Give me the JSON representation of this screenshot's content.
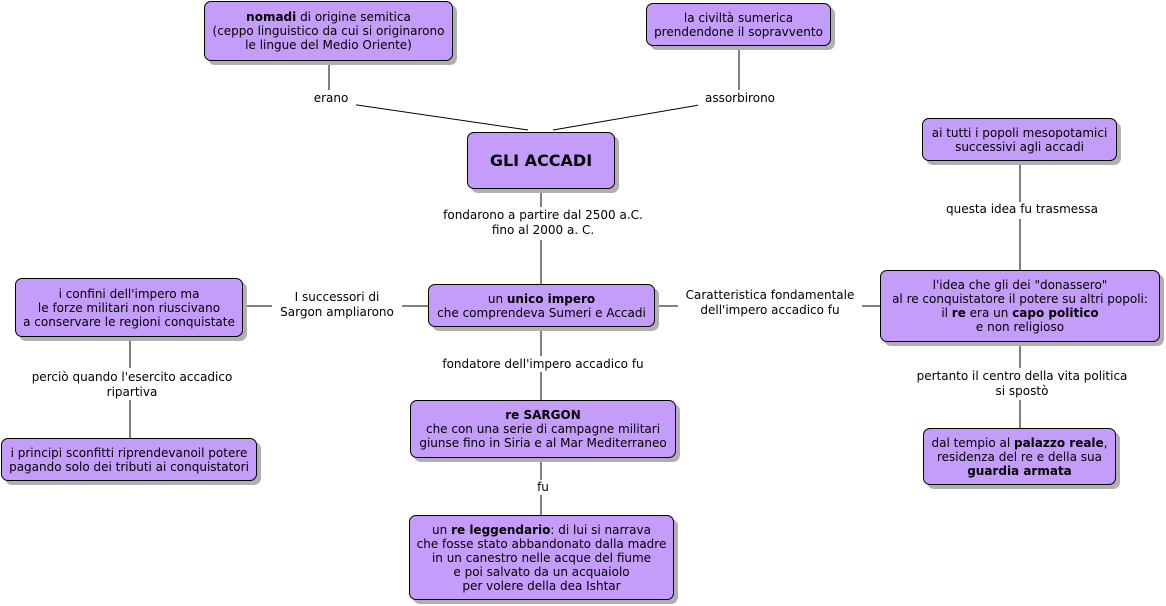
{
  "colors": {
    "node_fill": "#c49cf9",
    "node_border": "#000000",
    "shadow": "#b0b0b0",
    "connector": "#000000"
  },
  "nodes": {
    "nomadi": {
      "l1b": "nomadi",
      "l1": " di origine semitica",
      "l2": "(ceppo linguistico da cui si originarono",
      "l3": "le lingue del Medio Oriente)"
    },
    "sumerica": {
      "l1": "la civiltà sumerica",
      "l2": "prendendone il sopravvento"
    },
    "accadi": {
      "title": "GLI ACCADI"
    },
    "popoli": {
      "l1": "ai tutti i popoli mesopotamici",
      "l2": "successivi agli accadi"
    },
    "confini": {
      "l1": "i confini dell'impero ma",
      "l2": "le forze militari non riuscivano",
      "l3": "a conservare le regioni conquistate"
    },
    "impero": {
      "l1a": "un ",
      "l1b": "unico impero",
      "l2": "che comprendeva Sumeri e Accadi"
    },
    "idea": {
      "l1": "l'idea che gli dei \"donassero\"",
      "l2": "al re conquistatore il potere su altri popoli:",
      "l3a": "il ",
      "l3b": "re",
      "l3c": " era un ",
      "l3d": "capo politico",
      "l4": "e non religioso"
    },
    "principi": {
      "l1": "i principi sconfitti riprendevanoil potere",
      "l2": "pagando solo dei tributi ai conquistatori"
    },
    "sargon": {
      "l1b": "re SARGON",
      "l2": "che con una serie di campagne militari",
      "l3": "giunse fino in Siria e al Mar Mediterraneo"
    },
    "palazzo": {
      "l1a": "dal tempio al ",
      "l1b": "palazzo reale",
      "l1c": ",",
      "l2": "residenza del re e della sua",
      "l3b": "guardia armata"
    },
    "leggendario": {
      "l1a": "un ",
      "l1b": "re leggendario",
      "l1c": ": di lui si narrava",
      "l2": "che fosse stato abbandonato dalla madre",
      "l3": "in un canestro nelle acque del fiume",
      "l4": "e poi salvato da un acquaiolo",
      "l5": "per volere della dea Ishtar"
    }
  },
  "links": {
    "erano": {
      "l1": "erano"
    },
    "assorbirono": {
      "l1": "assorbirono"
    },
    "trasmessa": {
      "l1": "questa idea fu trasmessa"
    },
    "fondarono": {
      "l1": "fondarono a partire dal 2500 a.C.",
      "l2": "fino al 2000 a. C."
    },
    "successori": {
      "l1": "I successori di",
      "l2": "Sargon ampliarono"
    },
    "caratteristica": {
      "l1": "Caratteristica fondamentale",
      "l2": "dell'impero accadico fu"
    },
    "fondatore": {
      "l1": "fondatore dell'impero accadico fu"
    },
    "percio": {
      "l1": "perciò quando l'esercito accadico",
      "l2": "ripartiva"
    },
    "pertanto": {
      "l1": "pertanto il centro della vita politica",
      "l2": "si spostò"
    },
    "fu": {
      "l1": "fu"
    }
  }
}
